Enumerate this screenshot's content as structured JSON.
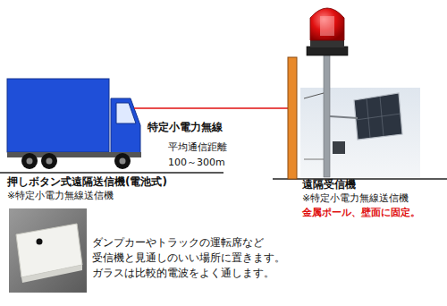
{
  "diagram": {
    "labels": [
      "特定小電力無線",
      "平均通信距離",
      "100～300m",
      "押しボタン式遠隔送信機(電池式)",
      "※特定小電力無線送信機",
      "ダンプカーやトラックの運転席など 受信機と見通しのいい場所に置きます。 ガラスは比較的電波をよく通します。",
      "遠隔受信機",
      "※特定小電力無線送信機",
      "金属ポール、壁面に固定。"
    ]
  }
}
